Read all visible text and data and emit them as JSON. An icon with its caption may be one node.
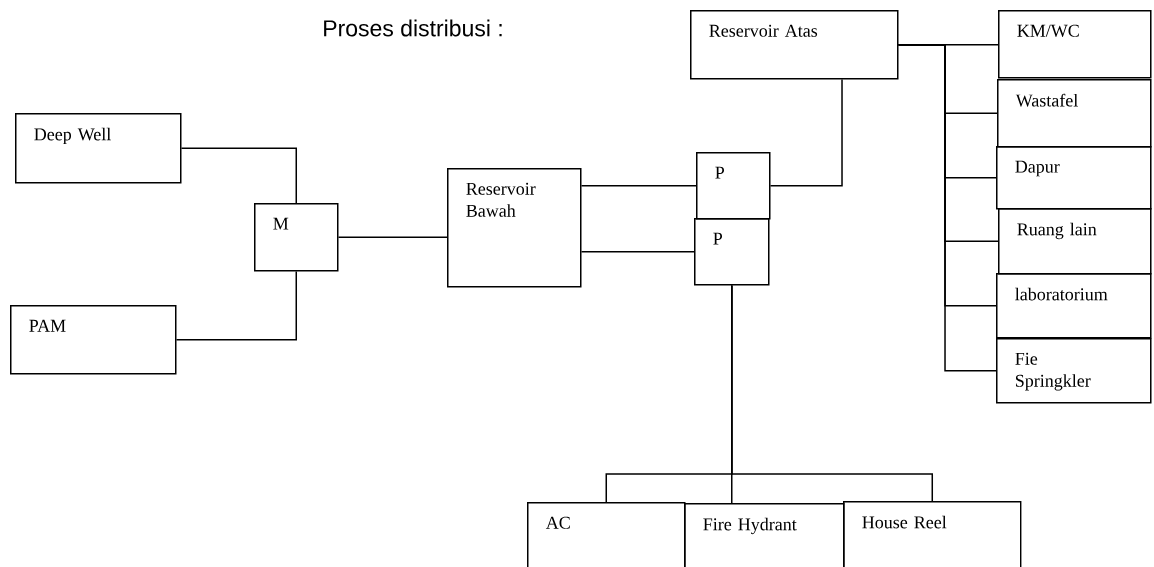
{
  "diagram": {
    "title": "Proses distribusi :",
    "nodes": [
      {
        "text": [
          "Deep Well"
        ]
      },
      {
        "text": [
          "PAM"
        ]
      },
      {
        "text": [
          "M"
        ]
      },
      {
        "text": [
          "Reservoir Bawah"
        ]
      },
      {
        "text": [
          "P"
        ]
      },
      {
        "text": [
          "P"
        ]
      },
      {
        "text": [
          "Reservoir Atas"
        ]
      },
      {
        "text": [
          "KM/WC"
        ]
      },
      {
        "text": [
          "Wastafel"
        ]
      },
      {
        "text": [
          "Dapur"
        ]
      },
      {
        "text": [
          "Ruang lain"
        ]
      },
      {
        "text": [
          "laboratorium"
        ]
      },
      {
        "text": [
          "Fie Springkler"
        ]
      },
      {
        "text": [
          "AC"
        ]
      },
      {
        "text": [
          "Fire Hydrant"
        ]
      },
      {
        "text": [
          "House Reel"
        ]
      }
    ],
    "edges": [
      {
        "from": 0,
        "to": 2,
        "arrow": "none"
      },
      {
        "from": 1,
        "to": 2,
        "arrow": "none"
      },
      {
        "from": 2,
        "to": 3,
        "arrow": "none"
      },
      {
        "from": 3,
        "to": 4,
        "arrow": "none"
      },
      {
        "from": 3,
        "to": 5,
        "arrow": "none"
      },
      {
        "from": 4,
        "to": 6,
        "arrow": "none"
      },
      {
        "from": 6,
        "to": 7,
        "arrow": "none"
      },
      {
        "from": 6,
        "to": 8,
        "arrow": "none"
      },
      {
        "from": 6,
        "to": 9,
        "arrow": "none"
      },
      {
        "from": 6,
        "to": 10,
        "arrow": "none"
      },
      {
        "from": 6,
        "to": 11,
        "arrow": "none"
      },
      {
        "from": 6,
        "to": 12,
        "arrow": "none"
      },
      {
        "from": 5,
        "to": 13,
        "arrow": "none"
      },
      {
        "from": 5,
        "to": 14,
        "arrow": "none"
      },
      {
        "from": 5,
        "to": 15,
        "arrow": "none"
      }
    ]
  }
}
